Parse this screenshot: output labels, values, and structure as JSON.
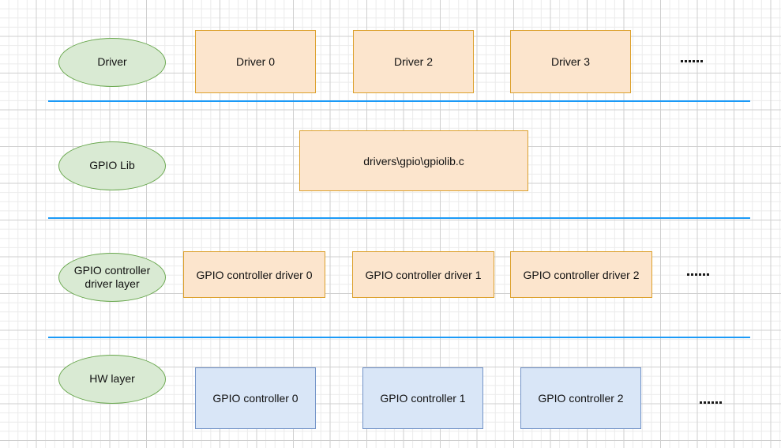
{
  "diagram": {
    "title": "Linux GPIO software stack layering diagram",
    "background": {
      "grid_minor_color": "#ebebeb",
      "grid_major_color": "#cfcfcf",
      "page_color": "#ffffff"
    },
    "colors": {
      "ellipse_fill": "#d9ead3",
      "ellipse_border": "#6aa84f",
      "orange_fill": "#fce5cd",
      "orange_border": "#dca02c",
      "blue_fill": "#d9e6f7",
      "blue_border": "#7293c8",
      "divider": "#1b9af7",
      "text": "#111111"
    },
    "layers": [
      {
        "id": "driver",
        "label": "Driver",
        "boxes": [
          {
            "label": "Driver 0"
          },
          {
            "label": "Driver 2"
          },
          {
            "label": "Driver 3"
          }
        ],
        "ellipsis": "……"
      },
      {
        "id": "gpio-lib",
        "label": "GPIO Lib",
        "boxes": [
          {
            "label": "drivers\\gpio\\gpiolib.c"
          }
        ],
        "ellipsis": ""
      },
      {
        "id": "gpio-controller-driver-layer",
        "label": "GPIO controller driver layer",
        "label_line1": "GPIO controller",
        "label_line2": "driver layer",
        "boxes": [
          {
            "label": "GPIO controller driver 0"
          },
          {
            "label": "GPIO controller driver 1"
          },
          {
            "label": "GPIO controller driver 2"
          }
        ],
        "ellipsis": "……"
      },
      {
        "id": "hw-layer",
        "label": "HW layer",
        "boxes": [
          {
            "label": "GPIO controller 0"
          },
          {
            "label": "GPIO controller 1"
          },
          {
            "label": "GPIO controller 2"
          }
        ],
        "ellipsis": "……"
      }
    ],
    "dividers": [
      {
        "name": "divider-driver-gpiolib"
      },
      {
        "name": "divider-gpiolib-controllerdriver"
      },
      {
        "name": "divider-controllerdriver-hw"
      }
    ]
  }
}
